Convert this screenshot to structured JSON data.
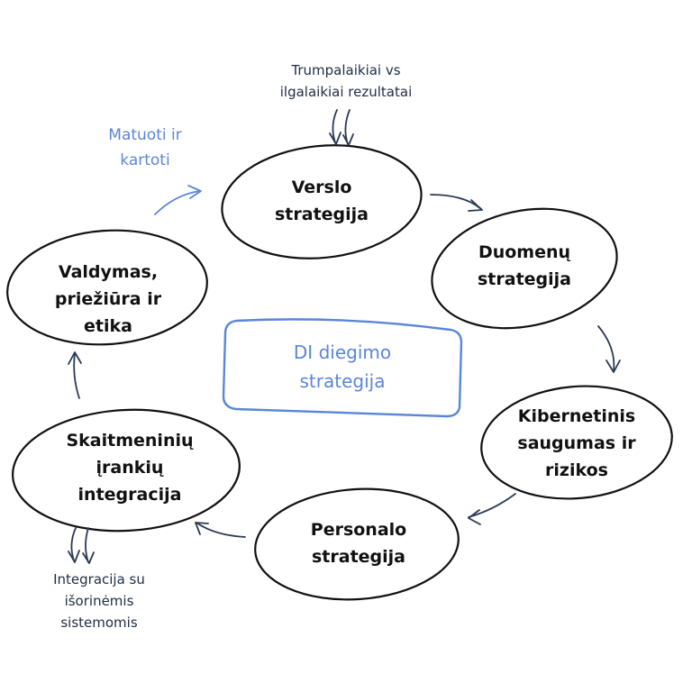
{
  "colors": {
    "ink": "#111111",
    "arrow": "#2b3a55",
    "accent": "#5b86d8",
    "background": "#ffffff"
  },
  "center": {
    "line1": "DI diegimo",
    "line2": "strategija"
  },
  "nodes": [
    {
      "id": "verslo",
      "lines": [
        "Verslo",
        "strategija"
      ]
    },
    {
      "id": "duomenu",
      "lines": [
        "Duomenų",
        "strategija"
      ]
    },
    {
      "id": "kibernetinis",
      "lines": [
        "Kibernetinis",
        "saugumas ir",
        "rizikos"
      ]
    },
    {
      "id": "personalo",
      "lines": [
        "Personalo",
        "strategija"
      ]
    },
    {
      "id": "skaitmeniniu",
      "lines": [
        "Skaitmeninių",
        "įrankių",
        "integracija"
      ]
    },
    {
      "id": "valdymas",
      "lines": [
        "Valdymas,",
        "priežiūra ir",
        "etika"
      ]
    }
  ],
  "notes": {
    "top": [
      "Trumpalaikiai vs",
      "ilgalaikiai rezultatai"
    ],
    "matuoti": [
      "Matuoti ir",
      "kartoti"
    ],
    "bottom": [
      "Integracija su",
      "išorinėmis",
      "sistemomis"
    ]
  }
}
